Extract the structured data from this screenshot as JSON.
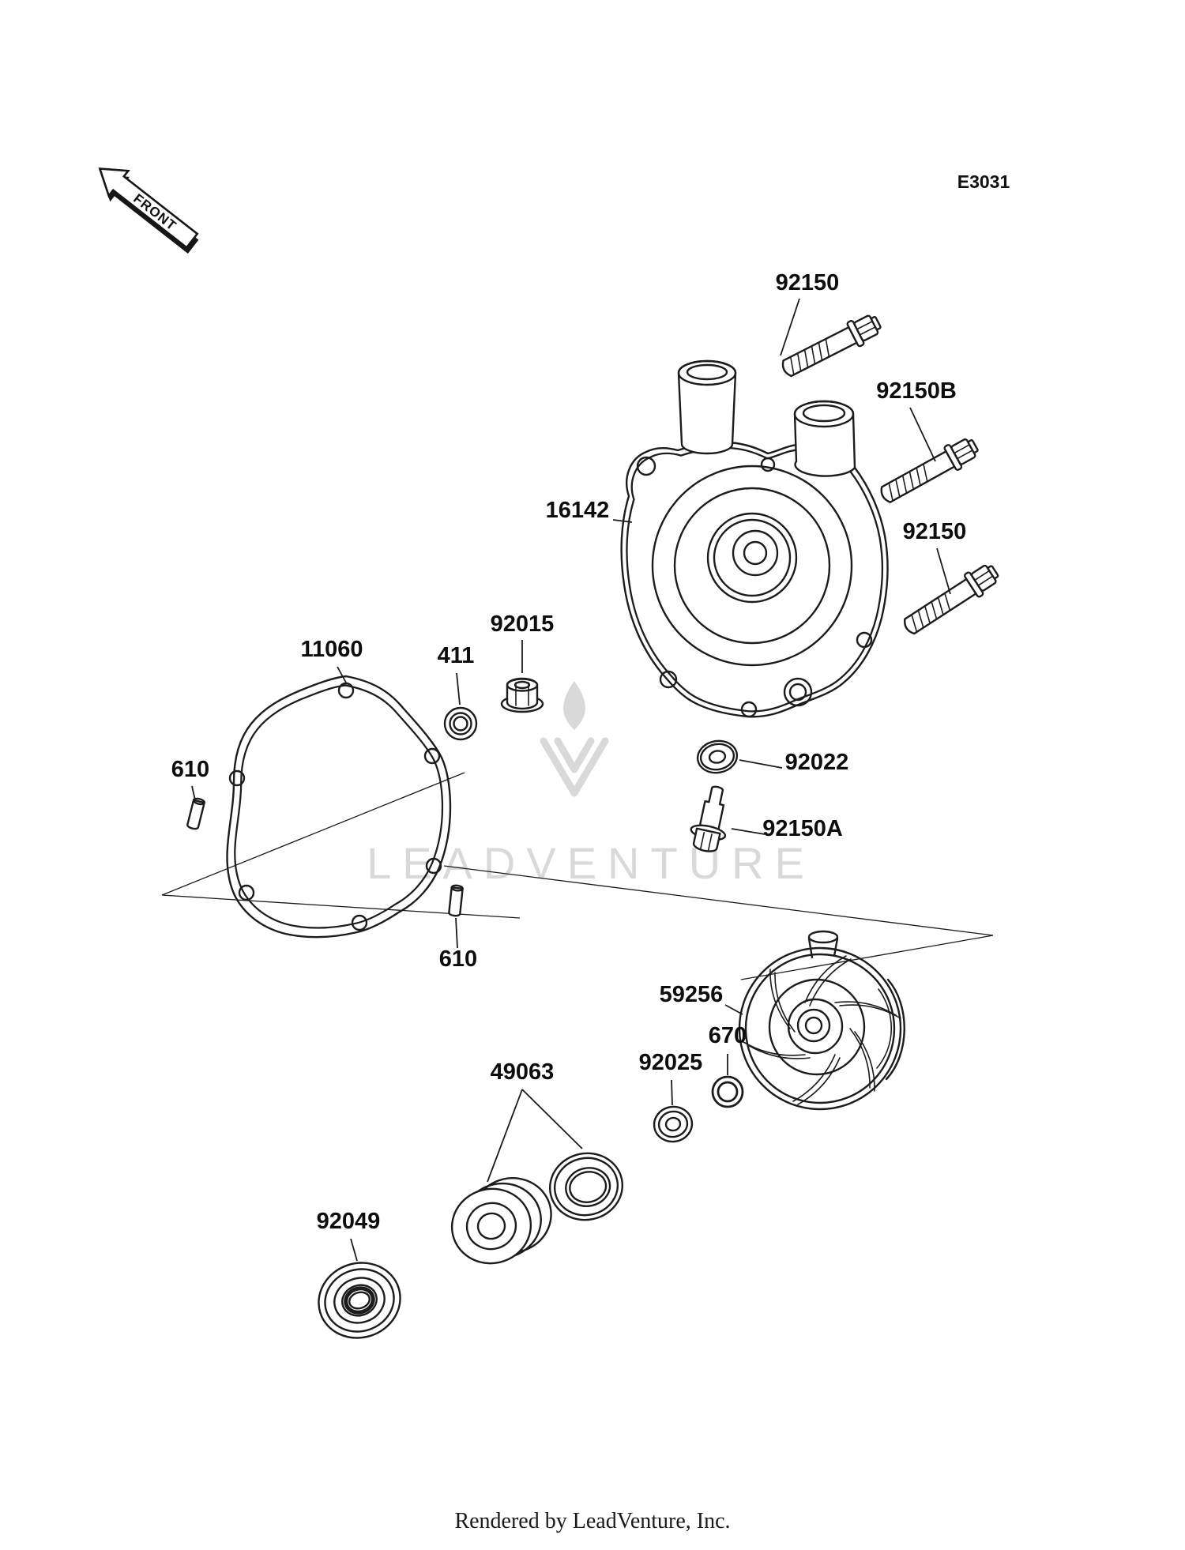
{
  "header": {
    "diagram_code": "E3031",
    "front_label": "FRONT"
  },
  "callouts": [
    {
      "number": "92150"
    },
    {
      "number": "92150B"
    },
    {
      "number": "16142"
    },
    {
      "number": "92150"
    },
    {
      "number": "92015"
    },
    {
      "number": "411"
    },
    {
      "number": "11060"
    },
    {
      "number": "610"
    },
    {
      "number": "92022"
    },
    {
      "number": "92150A"
    },
    {
      "number": "610"
    },
    {
      "number": "59256"
    },
    {
      "number": "670"
    },
    {
      "number": "92025"
    },
    {
      "number": "49063"
    },
    {
      "number": "92049"
    }
  ],
  "watermark": {
    "text": "LEADVENTURE"
  },
  "footer": {
    "credit": "Rendered by LeadVenture, Inc."
  }
}
